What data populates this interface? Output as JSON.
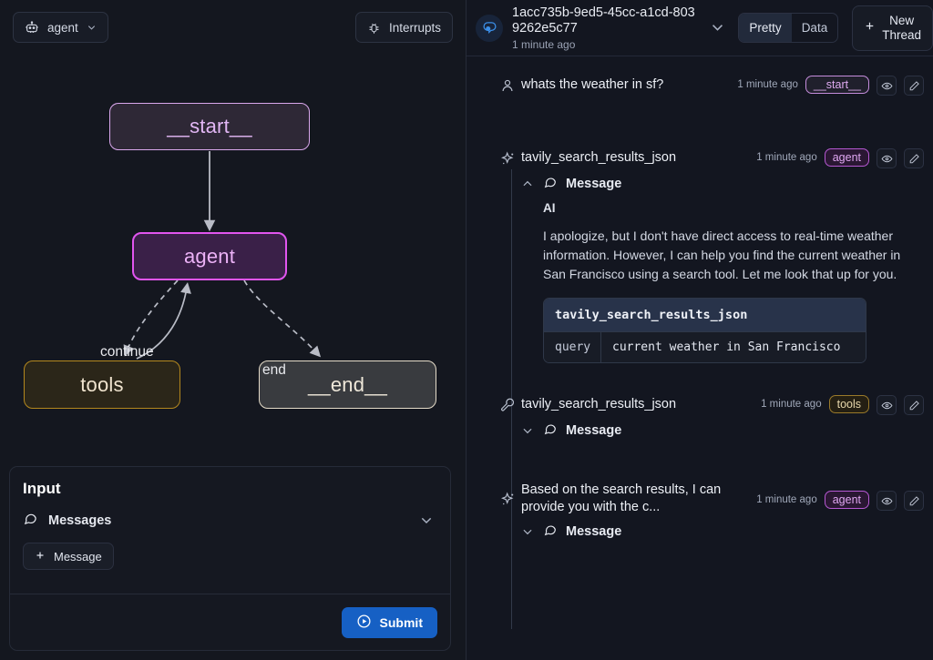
{
  "left_panel": {
    "agent_selector": {
      "label": "agent",
      "icon": "robot-icon",
      "chevron": "chevron-down-icon"
    },
    "interrupts_button": {
      "label": "Interrupts",
      "icon": "bug-icon"
    },
    "graph": {
      "nodes": [
        {
          "id": "start",
          "label": "__start__",
          "accent": "#d9a7ec"
        },
        {
          "id": "agent",
          "label": "agent",
          "accent": "#e155ef"
        },
        {
          "id": "tools",
          "label": "tools",
          "accent": "#b4881e"
        },
        {
          "id": "end",
          "label": "__end__",
          "accent": "#e5dcc9"
        }
      ],
      "edges": [
        {
          "from": "start",
          "to": "agent",
          "label": "",
          "style": "solid"
        },
        {
          "from": "agent",
          "to": "tools",
          "label": "continue",
          "style": "dashed"
        },
        {
          "from": "tools",
          "to": "agent",
          "label": "",
          "style": "solid"
        },
        {
          "from": "agent",
          "to": "end",
          "label": "end",
          "style": "dashed"
        }
      ]
    },
    "input_card": {
      "title": "Input",
      "messages_label": "Messages",
      "messages_icon": "chat-bubble-icon",
      "collapse_icon": "chevron-down-icon",
      "add_message_label": "Message",
      "add_icon": "plus-icon",
      "submit_label": "Submit",
      "submit_icon": "play-circle-icon",
      "submit_color": "#1660c4"
    }
  },
  "right_panel": {
    "header": {
      "avatar_icon": "chat-bubbles-icon",
      "thread_id": "1acc735b-9ed5-45cc-a1cd-8039262e5c77",
      "timestamp": "1 minute ago",
      "expand_icon": "chevron-down-icon",
      "view_toggle": {
        "options": [
          "Pretty",
          "Data"
        ],
        "selected": "Pretty"
      },
      "new_thread": {
        "label_line1": "New",
        "label_line2": "Thread",
        "icon": "plus-icon"
      }
    },
    "messages": [
      {
        "icon": "user-icon",
        "title": "whats the weather in sf?",
        "timestamp": "1 minute ago",
        "badge": "__start__",
        "badge_kind": "start",
        "actions": [
          "eye-icon",
          "pencil-icon"
        ]
      },
      {
        "icon": "sparkle-icon",
        "title": "tavily_search_results_json",
        "timestamp": "1 minute ago",
        "badge": "agent",
        "badge_kind": "agent",
        "actions": [
          "eye-icon",
          "pencil-icon"
        ],
        "expanded": true,
        "sub_label": "Message",
        "role_tag": "AI",
        "body": "I apologize, but I don't have direct access to real-time weather information. However, I can help you find the current weather in San Francisco using a search tool. Let me look that up for you.",
        "tool_call": {
          "name": "tavily_search_results_json",
          "args": [
            {
              "key": "query",
              "value": "current weather in San Francisco"
            }
          ]
        }
      },
      {
        "icon": "wrench-icon",
        "title": "tavily_search_results_json",
        "timestamp": "1 minute ago",
        "badge": "tools",
        "badge_kind": "tools",
        "actions": [
          "eye-icon",
          "pencil-icon"
        ],
        "expanded": false,
        "sub_label": "Message"
      },
      {
        "icon": "sparkle-icon",
        "title": "Based on the search results, I can provide you with the c...",
        "timestamp": "1 minute ago",
        "badge": "agent",
        "badge_kind": "agent",
        "actions": [
          "eye-icon",
          "pencil-icon"
        ],
        "expanded": false,
        "sub_label": "Message"
      }
    ]
  }
}
